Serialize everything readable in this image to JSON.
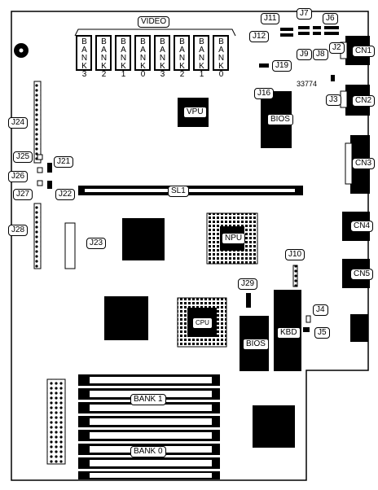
{
  "diagram": {
    "video_label": "VIDEO",
    "bank_labels": [
      "BANK3",
      "BANK2",
      "BANK1",
      "BANK0",
      "BANK3",
      "BANK2",
      "BANK1",
      "BANK0"
    ],
    "part_number": "33774",
    "connectors": {
      "cn1": "CN1",
      "cn2": "CN2",
      "cn3": "CN3",
      "cn4": "CN4",
      "cn5": "CN5"
    },
    "jumpers": {
      "j2": "J2",
      "j3": "J3",
      "j4": "J4",
      "j5": "J5",
      "j6": "J6",
      "j7": "J7",
      "j8": "J8",
      "j9": "J9",
      "j10": "J10",
      "j11": "J11",
      "j12": "J12",
      "j16": "J16",
      "j19": "J19",
      "j21": "J21",
      "j22": "J22",
      "j23": "J23",
      "j24": "J24",
      "j25": "J25",
      "j26": "J26",
      "j27": "J27",
      "j28": "J28",
      "j29": "J29"
    },
    "chips": {
      "vpu": "VPU",
      "bios_top": "BIOS",
      "npu": "NPU",
      "cpu": "CPU",
      "bios_bottom": "BIOS",
      "kbd": "KBD"
    },
    "slot_label": "SL1",
    "simm_labels": {
      "bank1": "BANK 1",
      "bank0": "BANK 0"
    }
  }
}
